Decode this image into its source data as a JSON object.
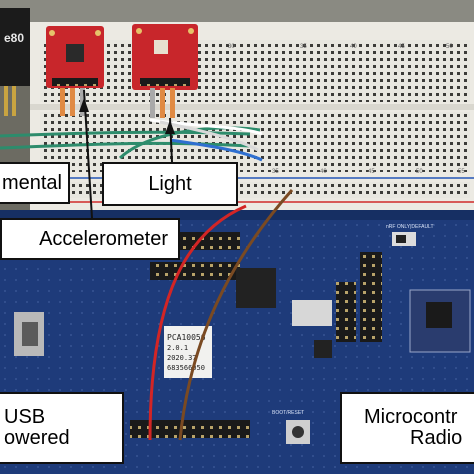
{
  "callouts": {
    "environmental": "mental",
    "light": "Light",
    "accelerometer": "Accelerometer",
    "usb_line1": "USB",
    "usb_line2": "owered",
    "mcu_line1": "Microcontr",
    "mcu_line2": "Radio"
  },
  "photo_text": {
    "board_model": "PCA10056",
    "board_version": "2.0.1",
    "board_date": "2020.37",
    "board_serial": "683566050",
    "sensor_left": "e80",
    "ruler_30": "30",
    "ruler_35": "35",
    "ruler_40": "40",
    "ruler_45": "45",
    "ruler_50": "50",
    "ruler_55": "55",
    "boot_label": "BOOT/RESET",
    "debug_label": "nRF ONLY|DEFAULT"
  },
  "colors": {
    "background": "#6b6b63",
    "breadboard": "#e9e8e2",
    "pcb_blue": "#1d3b78",
    "sensor_red": "#c8262b",
    "callout_fill": "#ffffff",
    "callout_border": "#111111"
  }
}
